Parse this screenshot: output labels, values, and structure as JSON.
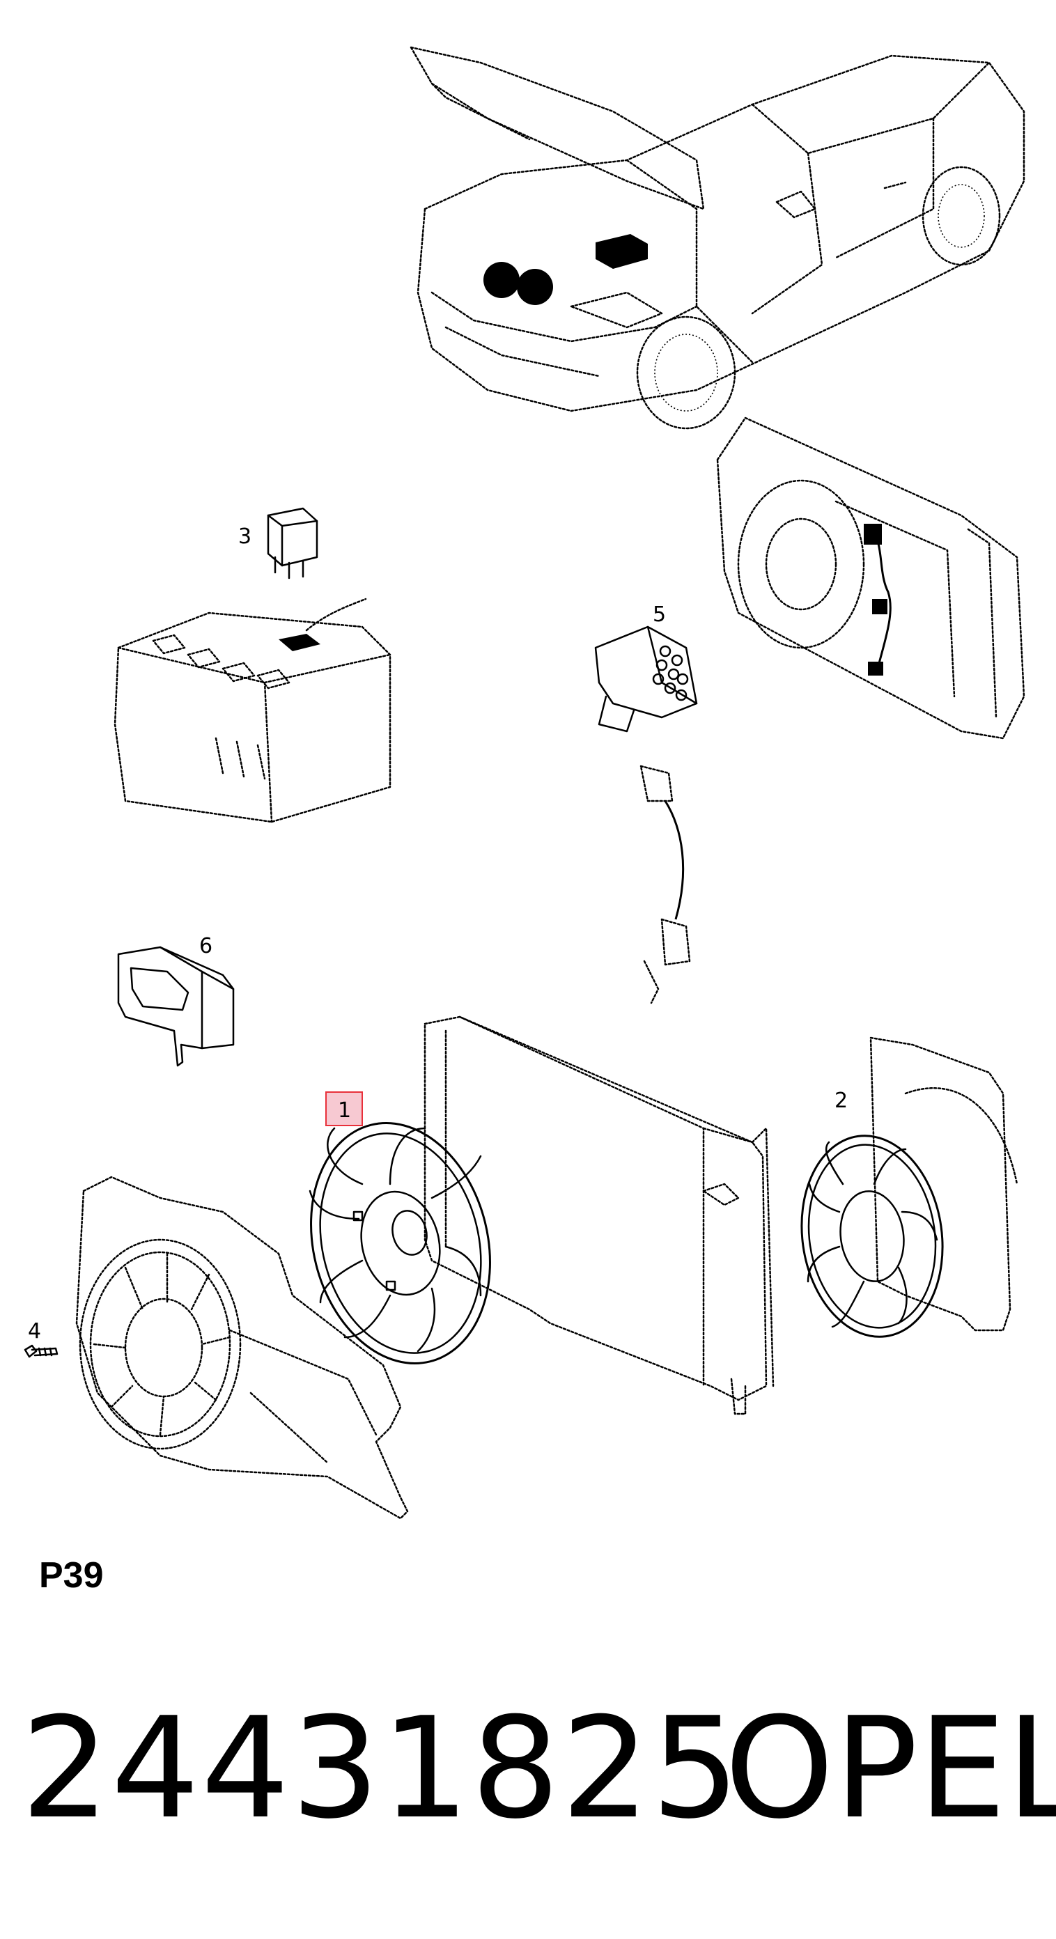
{
  "diagram": {
    "callouts": {
      "fan_left": "1",
      "fan_right": "2",
      "relay": "3",
      "bolt": "4",
      "resistor": "5",
      "clip": "6"
    },
    "highlight_color": "#e8303a",
    "highlight_fill": "#f7c9d2"
  },
  "page_label": "P39",
  "part_number": "24431825",
  "brand": "OPEL"
}
